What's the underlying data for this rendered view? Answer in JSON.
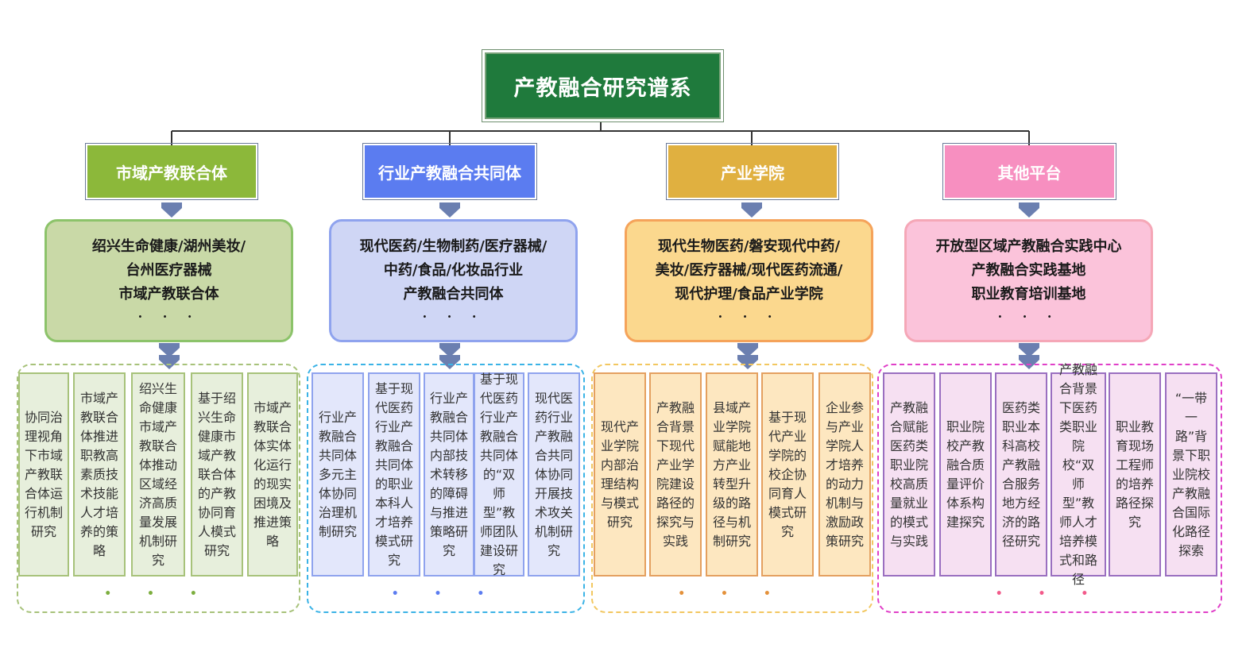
{
  "root": {
    "title": "产教融合研究谱系"
  },
  "categories": [
    {
      "title": "市域产教联合体",
      "color": "#8cb83a",
      "mid_lines": [
        "绍兴生命健康/湖州美妆/",
        "台州医疗器械",
        "市域产教联合体"
      ],
      "mid_ellipsis": "· · ·",
      "leaves": [
        "协同治理视角下市域产教联合体运行机制研究",
        "市域产教联合体推进职教高素质技术技能人才培养的策略",
        "绍兴生命健康市域产教联合体推动区域经济高质量发展机制研究",
        "基于绍兴生命健康市域产教联合体的产教协同育人模式研究",
        "市域产教联合体实体化运行的现实困境及推进策略"
      ],
      "group_ellipsis": "• • •"
    },
    {
      "title": "行业产教融合共同体",
      "color": "#5b7cf0",
      "mid_lines": [
        "现代医药/生物制药/医疗器械/",
        "中药/食品/化妆品行业",
        "产教融合共同体"
      ],
      "mid_ellipsis": "· · ·",
      "leaves": [
        "行业产教融合共同体多元主体协同治理机制研究",
        "基于现代医药行业产教融合共同体的职业本科人才培养模式研究",
        "行业产教融合共同体内部技术转移的障碍与推进策略研究",
        "基于现代医药行业产教融合共同体的“双师型”教师团队建设研究",
        "现代医药行业产教融合共同体协同开展技术攻关机制研究"
      ],
      "group_ellipsis": "• • •"
    },
    {
      "title": "产业学院",
      "color": "#e0b040",
      "mid_lines": [
        "现代生物医药/磐安现代中药/",
        "美妆/医疗器械/现代医药流通/",
        "现代护理/食品产业学院"
      ],
      "mid_ellipsis": "· · ·",
      "leaves": [
        "现代产业学院内部治理结构与模式研究",
        "产教融合背景下现代产业学院建设路径的探究与实践",
        "县域产业学院赋能地方产业转型升级的路径与机制研究",
        "基于现代产业学院的校企协同育人模式研究",
        "企业参与产业学院人才培养的动力机制与激励政策研究"
      ],
      "group_ellipsis": "• • •"
    },
    {
      "title": "其他平台",
      "color": "#f78fc0",
      "mid_lines": [
        "开放型区域产教融合实践中心",
        "产教融合实践基地",
        "职业教育培训基地"
      ],
      "mid_ellipsis": "· · ·",
      "leaves": [
        "产教融合赋能医药类职业院校高质量就业的模式与实践",
        "职业院校产教融合质量评价体系构建探究",
        "医药类职业本科高校产教融合服务地方经济的路径研究",
        "产教融合背景下医药类职业院校“双师型”教师人才培养模式和路径",
        "职业教育现场工程师的培养路径探究",
        "“一带一路”背景下职业院校产教融合国际化路径探索"
      ],
      "group_ellipsis": "• • •"
    }
  ]
}
